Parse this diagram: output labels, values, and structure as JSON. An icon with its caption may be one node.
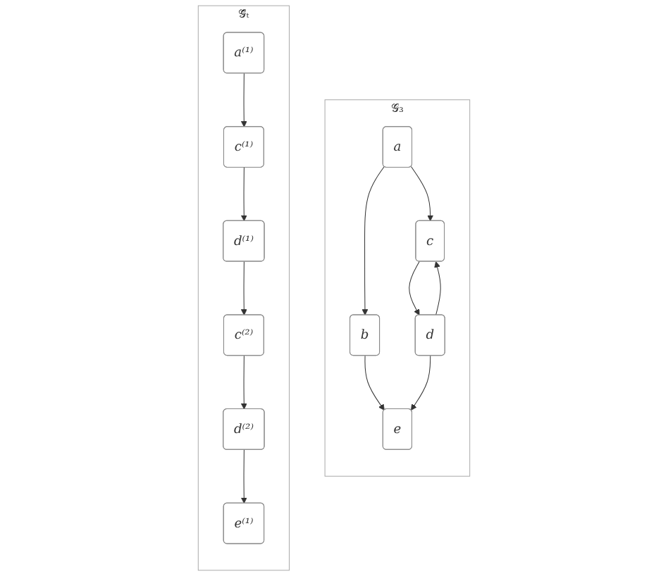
{
  "diagram": {
    "nodes": [
      {
        "text": [
          "𝒢₃"
        ]
      },
      {
        "text": [
          "a"
        ],
        "in": 0
      },
      {
        "text": [
          "b"
        ],
        "in": 0
      },
      {
        "text": [
          "c"
        ],
        "in": 0
      },
      {
        "text": [
          "d"
        ],
        "in": 0
      },
      {
        "text": [
          "e"
        ],
        "in": 0
      },
      {
        "text": [
          "𝒢̄ₜ"
        ]
      },
      {
        "text": [
          "a⁽¹⁾"
        ],
        "in": 6
      },
      {
        "text": [
          "c⁽¹⁾"
        ],
        "in": 6
      },
      {
        "text": [
          "d⁽¹⁾"
        ],
        "in": 6
      },
      {
        "text": [
          "c⁽²⁾"
        ],
        "in": 6
      },
      {
        "text": [
          "d⁽²⁾"
        ],
        "in": 6
      },
      {
        "text": [
          "e⁽¹⁾"
        ],
        "in": 6
      }
    ],
    "edges": [
      {
        "from": 1,
        "to": 2,
        "arrow": "to"
      },
      {
        "from": 1,
        "to": 3,
        "arrow": "to"
      },
      {
        "from": 2,
        "to": 5,
        "arrow": "to"
      },
      {
        "from": 3,
        "to": 4,
        "arrow": "to"
      },
      {
        "from": 4,
        "to": 3,
        "arrow": "to"
      },
      {
        "from": 4,
        "to": 5,
        "arrow": "to"
      },
      {
        "from": 7,
        "to": 8,
        "arrow": "to"
      },
      {
        "from": 8,
        "to": 9,
        "arrow": "to"
      },
      {
        "from": 9,
        "to": 10,
        "arrow": "to"
      },
      {
        "from": 10,
        "to": 11,
        "arrow": "to"
      },
      {
        "from": 11,
        "to": 12,
        "arrow": "to"
      }
    ]
  }
}
